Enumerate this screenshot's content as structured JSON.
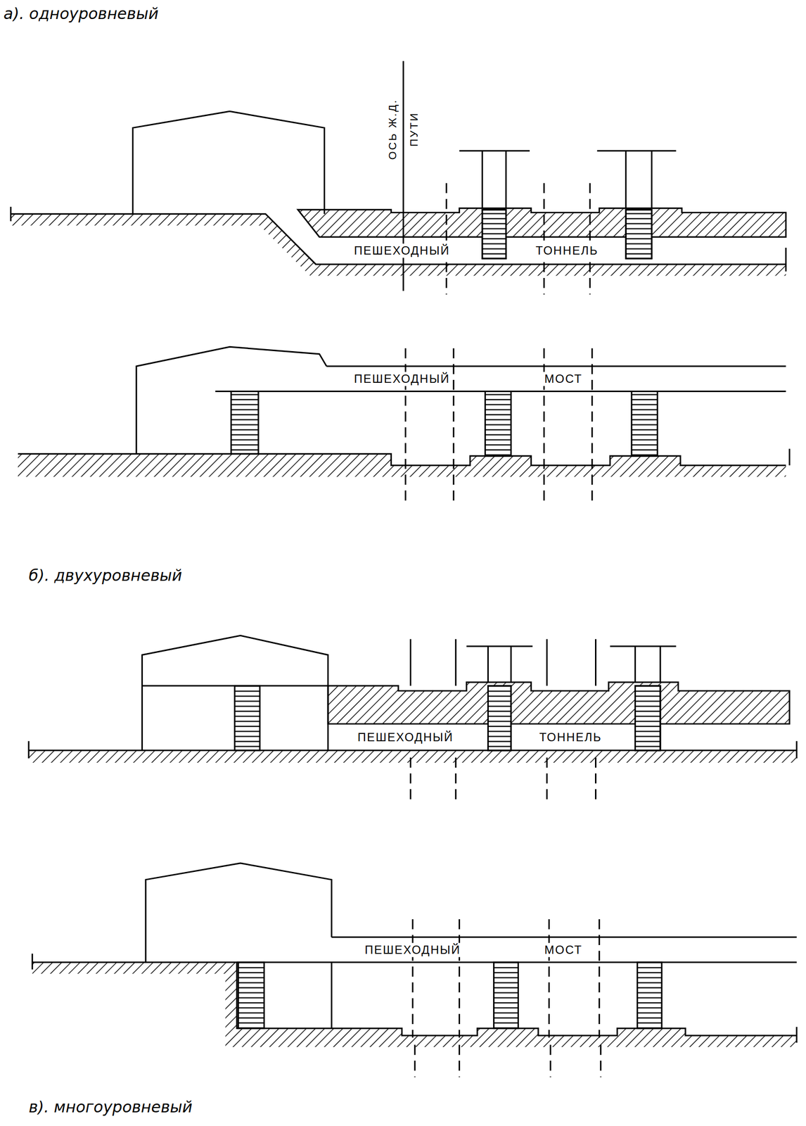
{
  "diagram": {
    "nodes": [
      {
        "text": [
          "ПЕШЕХОДНЫЙ",
          "ТОННЕЛЬ"
        ]
      },
      {
        "text": [
          "ПЕШЕХОДНЫЙ",
          "МОСТ"
        ]
      },
      {
        "text": [
          "ПЕШЕХОДНЫЙ",
          "ТОННЕЛЬ"
        ]
      },
      {
        "text": [
          "ПЕШЕХОДНЫЙ",
          "МОСТ"
        ]
      }
    ],
    "labels": [
      "а). одноуровневый",
      "ОСЬ Ж.Д. ПУТИ",
      "б). двухуровневый",
      "в). многоуровневый"
    ]
  }
}
